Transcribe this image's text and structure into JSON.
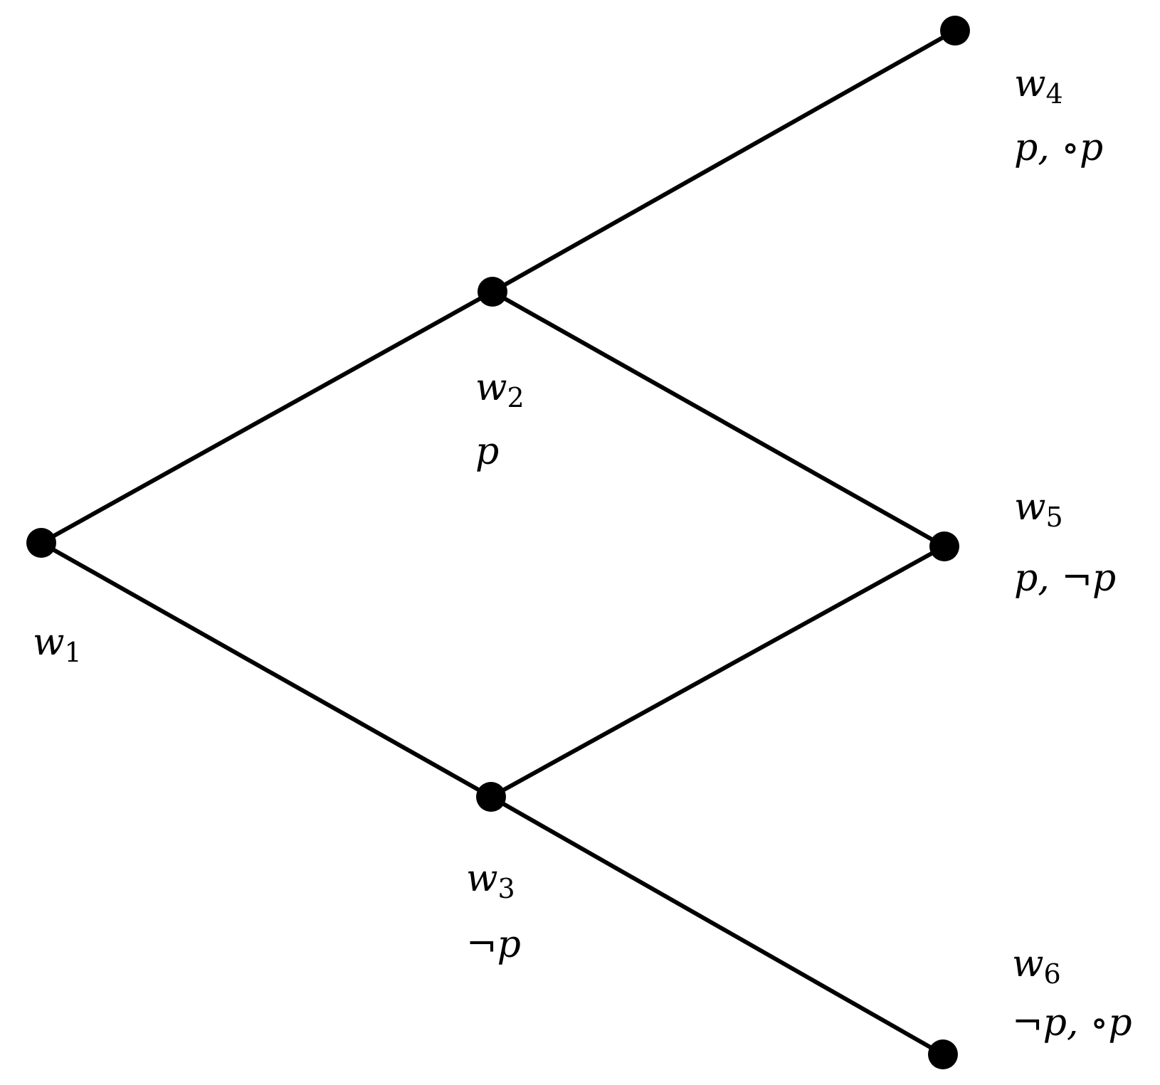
{
  "diagram": {
    "nodes": [
      {
        "id": "w1",
        "name": "w",
        "sub": "1",
        "props": ""
      },
      {
        "id": "w2",
        "name": "w",
        "sub": "2",
        "props": "p"
      },
      {
        "id": "w3",
        "name": "w",
        "sub": "3",
        "props": "¬p"
      },
      {
        "id": "w4",
        "name": "w",
        "sub": "4",
        "props": "p, ∘p"
      },
      {
        "id": "w5",
        "name": "w",
        "sub": "5",
        "props": "p, ¬p"
      },
      {
        "id": "w6",
        "name": "w",
        "sub": "6",
        "props": "¬p, ∘p"
      }
    ],
    "edges": [
      {
        "from": "w1",
        "to": "w2"
      },
      {
        "from": "w1",
        "to": "w3"
      },
      {
        "from": "w2",
        "to": "w4"
      },
      {
        "from": "w2",
        "to": "w5"
      },
      {
        "from": "w3",
        "to": "w5"
      },
      {
        "from": "w3",
        "to": "w6"
      }
    ]
  }
}
